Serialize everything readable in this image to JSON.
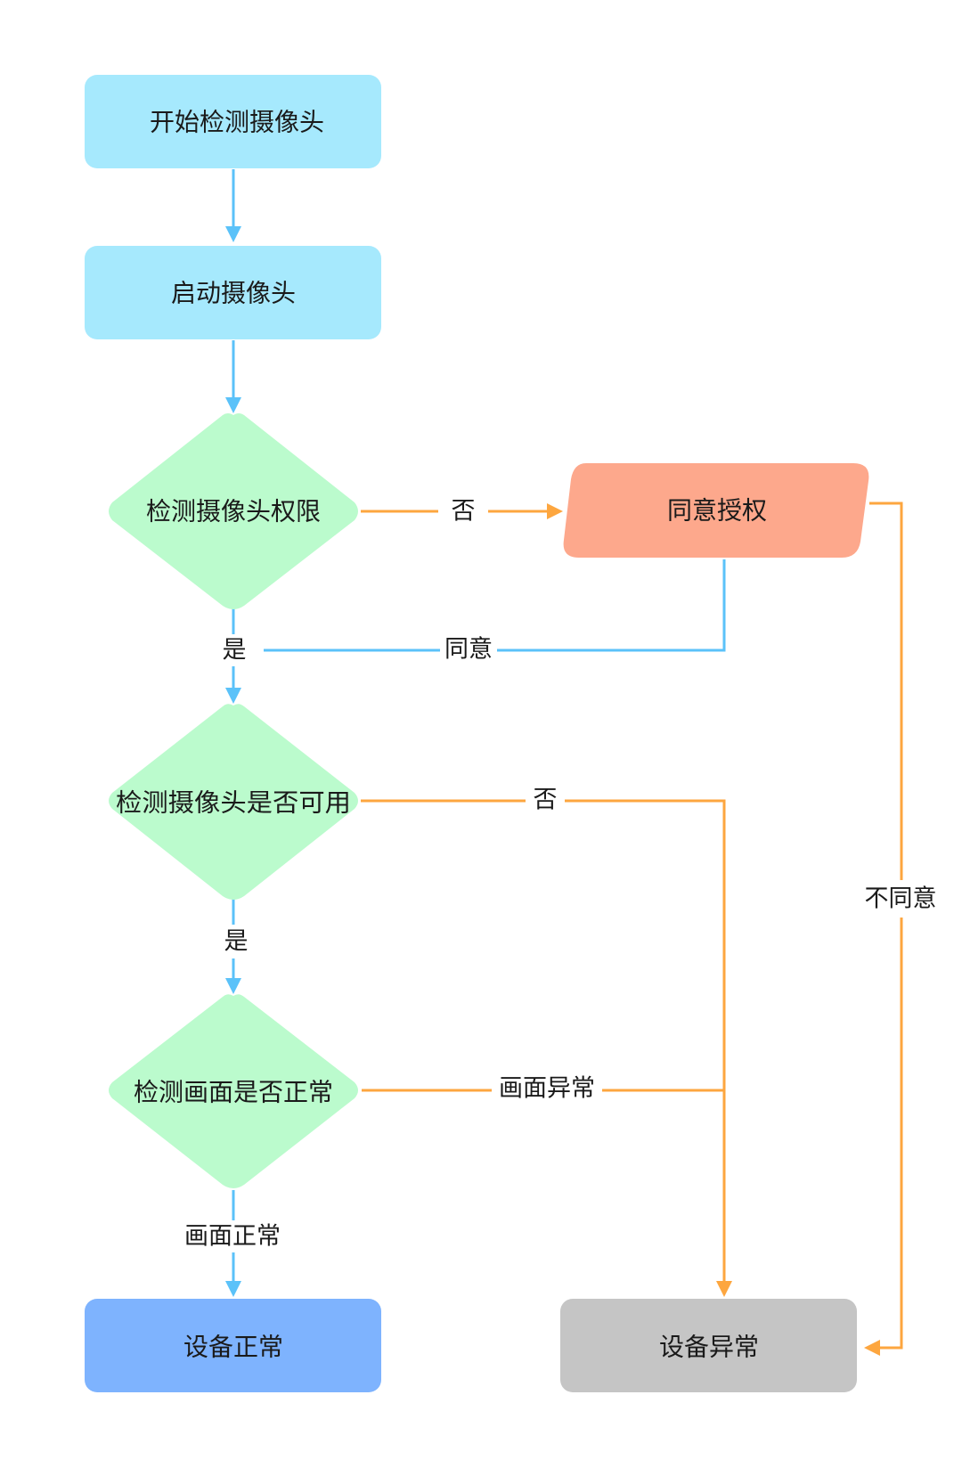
{
  "diagram": {
    "type": "flowchart",
    "colors": {
      "process": "#a6e9fd",
      "decision": "#bbfbcd",
      "input": "#fda88c",
      "success": "#7eb3fe",
      "failure": "#c5c5c5",
      "flow_blue": "#5bc2f9",
      "flow_orange": "#fda63f"
    },
    "nodes": {
      "start": {
        "label": "开始检测摄像头",
        "shape": "rounded-rect"
      },
      "launch": {
        "label": "启动摄像头",
        "shape": "rounded-rect"
      },
      "check_permission": {
        "label": "检测摄像头权限",
        "shape": "diamond"
      },
      "grant": {
        "label": "同意授权",
        "shape": "parallelogram"
      },
      "check_available": {
        "label": "检测摄像头是否可用",
        "shape": "diamond"
      },
      "check_picture": {
        "label": "检测画面是否正常",
        "shape": "diamond"
      },
      "device_ok": {
        "label": "设备正常",
        "shape": "rounded-rect"
      },
      "device_error": {
        "label": "设备异常",
        "shape": "rounded-rect"
      }
    },
    "edges": {
      "start_launch": {
        "from": "start",
        "to": "launch",
        "label": ""
      },
      "launch_perm": {
        "from": "launch",
        "to": "check_permission",
        "label": ""
      },
      "perm_no": {
        "from": "check_permission",
        "to": "grant",
        "label": "否"
      },
      "perm_yes": {
        "from": "check_permission",
        "to": "check_available",
        "label": "是"
      },
      "grant_agree": {
        "from": "grant",
        "to": "check_available",
        "label": "同意"
      },
      "grant_disagree": {
        "from": "grant",
        "to": "device_error",
        "label": "不同意"
      },
      "avail_no": {
        "from": "check_available",
        "to": "device_error",
        "label": "否"
      },
      "avail_yes": {
        "from": "check_available",
        "to": "check_picture",
        "label": "是"
      },
      "pic_abnormal": {
        "from": "check_picture",
        "to": "device_error",
        "label": "画面异常"
      },
      "pic_normal": {
        "from": "check_picture",
        "to": "device_ok",
        "label": "画面正常"
      }
    }
  }
}
